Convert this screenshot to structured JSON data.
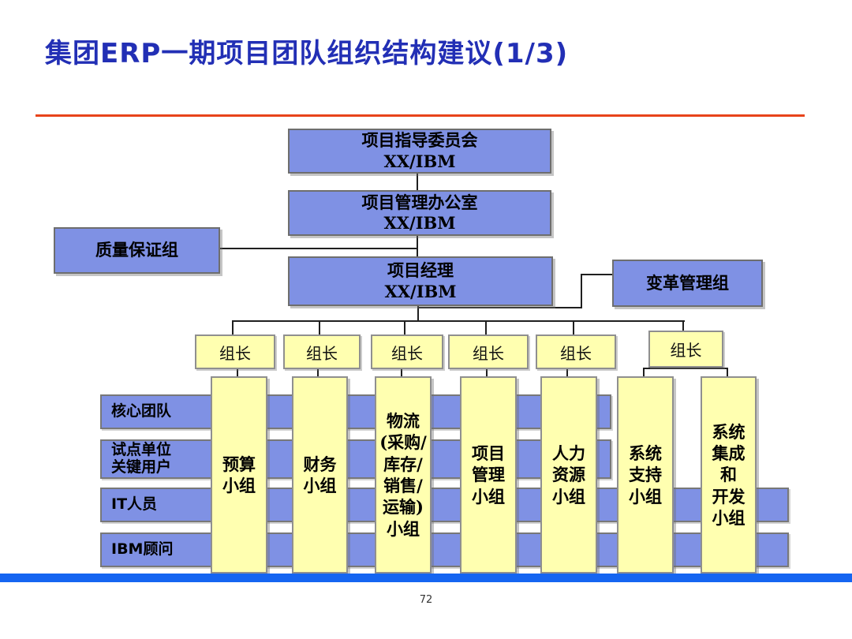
{
  "title": "集团ERP一期项目团队组织结构建议(1/3)",
  "page_number": "72",
  "colors": {
    "title_blue": "#222fb5",
    "divider_red": "#e8431a",
    "box_blue": "#7f91e4",
    "box_yellow": "#ffffb0",
    "footer_blue": "#1565f1",
    "connector": "#1f1f1f"
  },
  "boxes": {
    "steering": {
      "line1": "项目指导委员会",
      "line2": "XX/IBM"
    },
    "pmo": {
      "line1": "项目管理办公室",
      "line2": "XX/IBM"
    },
    "qa": {
      "label": "质量保证组"
    },
    "pm": {
      "line1": "项目经理",
      "line2": "XX/IBM"
    },
    "change": {
      "label": "变革管理组"
    }
  },
  "leaders": [
    "组长",
    "组长",
    "组长",
    "组长",
    "组长",
    "组长"
  ],
  "teams": [
    "预算\n小组",
    "财务\n小组",
    "物流\n(采购/\n库存/\n销售/\n运输)\n小组",
    "项目\n管理\n小组",
    "人力\n资源\n小组",
    "系统\n支持\n小组",
    "系统\n集成\n和\n开发\n小组"
  ],
  "roles": [
    "核心团队",
    "试点单位\n关键用户",
    "IT人员",
    "IBM顾问"
  ]
}
